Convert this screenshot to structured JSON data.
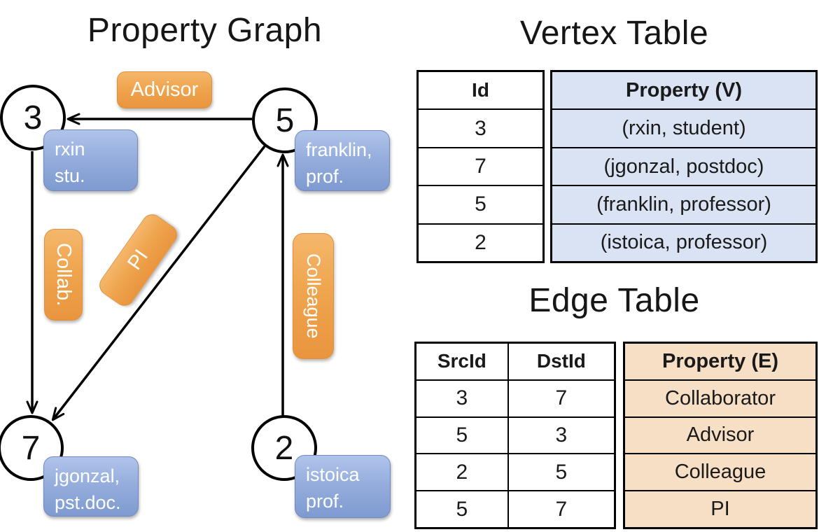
{
  "graph": {
    "title": "Property Graph",
    "nodes": [
      {
        "id": "3",
        "prop_line1": "rxin",
        "prop_line2": "stu."
      },
      {
        "id": "5",
        "prop_line1": "franklin,",
        "prop_line2": "prof."
      },
      {
        "id": "7",
        "prop_line1": "jgonzal,",
        "prop_line2": "pst.doc."
      },
      {
        "id": "2",
        "prop_line1": "istoica",
        "prop_line2": "prof."
      }
    ],
    "edge_labels": {
      "advisor": "Advisor",
      "collab": "Collab.",
      "pi": "PI",
      "colleague": "Colleague"
    }
  },
  "vertex_table": {
    "title": "Vertex Table",
    "columns": {
      "id": "Id",
      "property": "Property (V)"
    },
    "rows": [
      [
        "3",
        "(rxin, student)"
      ],
      [
        "7",
        "(jgonzal, postdoc)"
      ],
      [
        "5",
        "(franklin, professor)"
      ],
      [
        "2",
        "(istoica, professor)"
      ]
    ]
  },
  "edge_table": {
    "title": "Edge Table",
    "columns": {
      "src": "SrcId",
      "dst": "DstId",
      "property": "Property (E)"
    },
    "rows": [
      [
        "3",
        "7",
        "Collaborator"
      ],
      [
        "5",
        "3",
        "Advisor"
      ],
      [
        "2",
        "5",
        "Colleague"
      ],
      [
        "5",
        "7",
        "PI"
      ]
    ]
  },
  "colors": {
    "edge_label_fill_top": "#f5b76c",
    "edge_label_fill_bottom": "#e9953e",
    "vertex_label_fill_top": "#b0c4ea",
    "vertex_label_fill_bottom": "#7e9ad0",
    "vertex_property_cell_fill": "#dae3f3",
    "edge_property_cell_fill": "#f6dfc5",
    "line_color": "#000000"
  }
}
